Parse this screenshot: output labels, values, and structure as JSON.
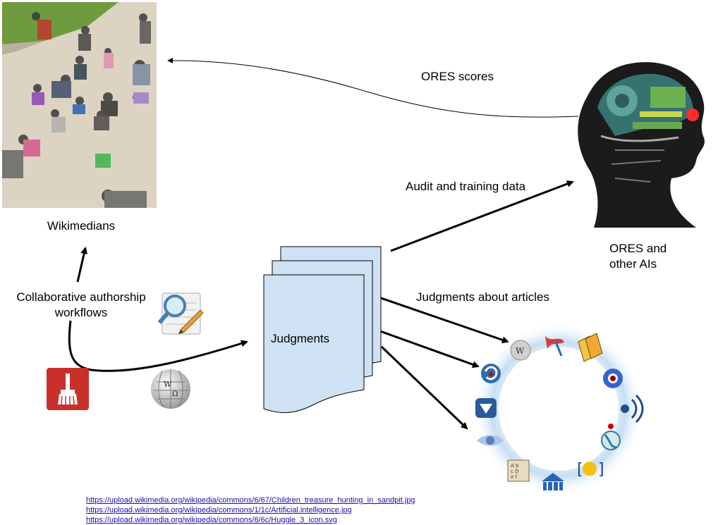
{
  "labels": {
    "wikimedians": "Wikimedians",
    "ores_scores": "ORES scores",
    "audit_training": "Audit and training data",
    "ores_ais_line1": "ORES and",
    "ores_ais_line2": "other AIs",
    "collab_line1": "Collaborative authorship",
    "collab_line2": "workflows",
    "judgments": "Judgments",
    "judgments_about": "Judgments about articles"
  },
  "links": [
    "https://upload.wikimedia.org/wikipedia/commons/6/67/Children_treasure_hunting_in_sandpit.jpg",
    "https://upload.wikimedia.org/wikipedia/commons/1/1c/Artificial.intelligence.jpg",
    "https://upload.wikimedia.org/wikipedia/commons/6/6c/Huggle_3_icon.svg"
  ],
  "icons": {
    "photo": "children-sandpit-photo",
    "ai": "ai-head-image",
    "review": "magnifier-pencil-icon",
    "huggle": "broom-icon",
    "wikipedia": "wikipedia-globe-icon",
    "ring": "wikimedia-projects-ring"
  },
  "colors": {
    "doc_fill": "#cfe2f3",
    "huggle_red": "#c9302c",
    "link": "#1a0dab"
  }
}
